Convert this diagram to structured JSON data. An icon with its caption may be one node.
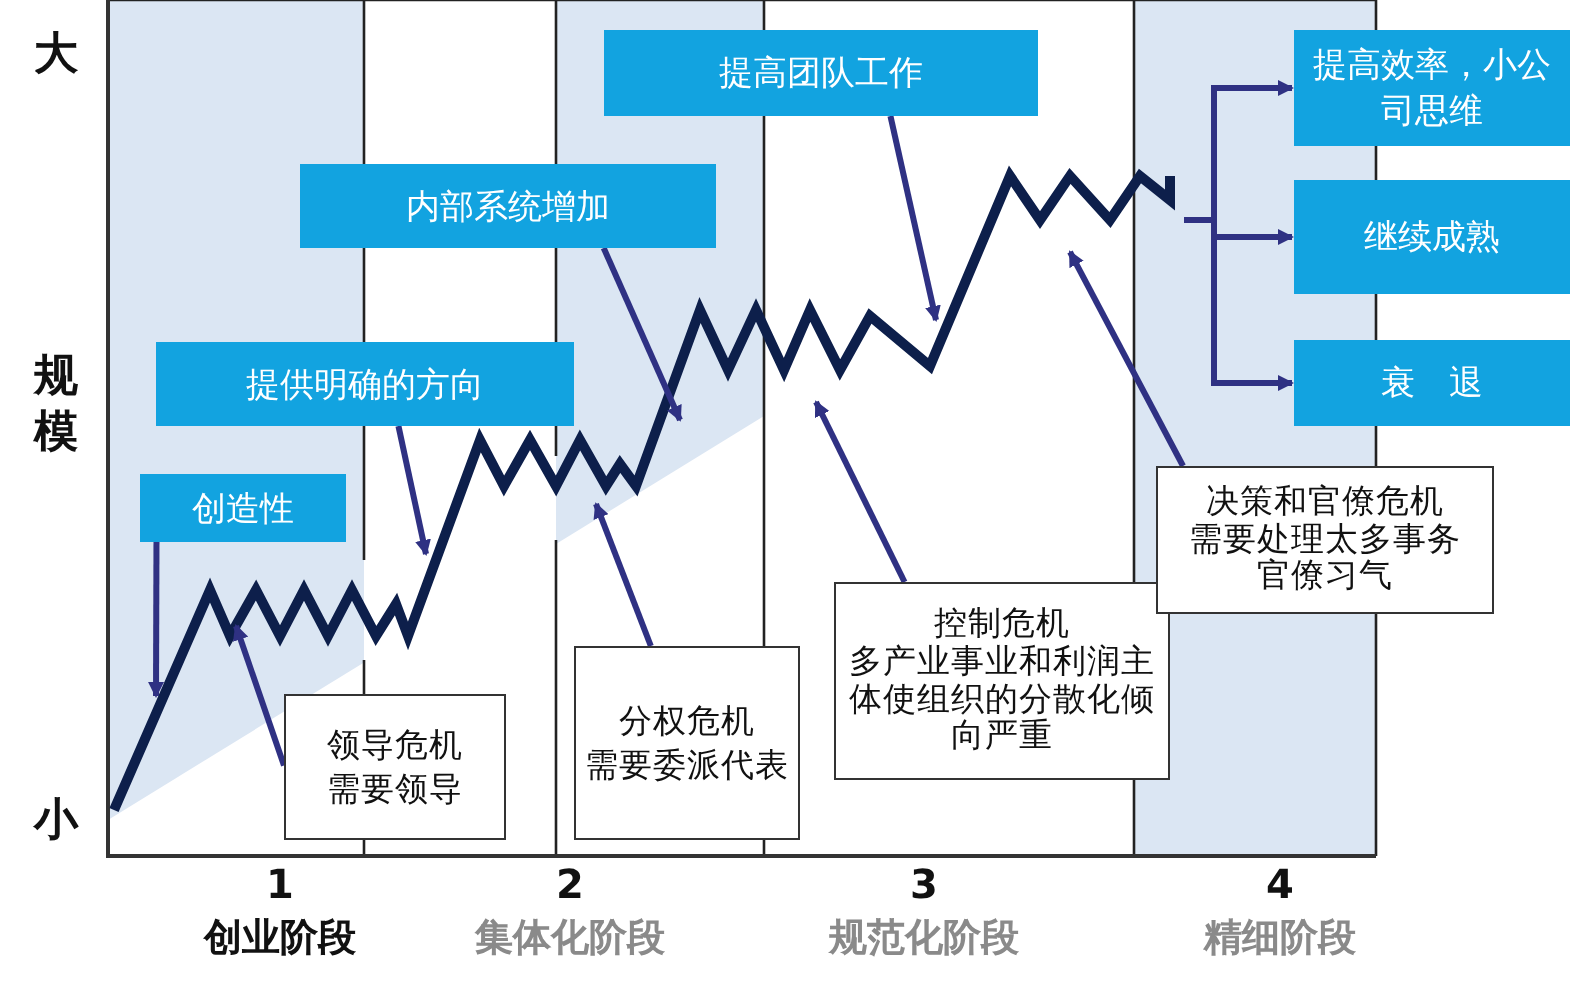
{
  "diagram": {
    "nodes": [
      {
        "text": [
          "创造性"
        ]
      },
      {
        "text": [
          "提供明确的方向"
        ]
      },
      {
        "text": [
          "内部系统增加"
        ]
      },
      {
        "text": [
          "提高团队工作"
        ]
      },
      {
        "text": [
          "提高效率，小公司思维"
        ]
      },
      {
        "text": [
          "继续成熟"
        ]
      },
      {
        "text": [
          "衰　退"
        ]
      },
      {
        "text": [
          "领导危机",
          "需要领导"
        ]
      },
      {
        "text": [
          "分权危机",
          "需要委派代表"
        ]
      },
      {
        "text": [
          "控制危机",
          "多产业事业和利润主体使组织的分散化倾向严重"
        ]
      },
      {
        "text": [
          "决策和官僚危机",
          "需要处理太多事务",
          "官僚习气"
        ]
      }
    ],
    "edges": [
      {
        "from": 0,
        "to": null,
        "arrow": "to"
      },
      {
        "from": 1,
        "to": null,
        "arrow": "to"
      },
      {
        "from": 2,
        "to": null,
        "arrow": "to"
      },
      {
        "from": 3,
        "to": null,
        "arrow": "to"
      },
      {
        "from": 7,
        "to": null,
        "arrow": "to"
      },
      {
        "from": 8,
        "to": null,
        "arrow": "to"
      },
      {
        "from": 9,
        "to": null,
        "arrow": "to"
      },
      {
        "from": 10,
        "to": null,
        "arrow": "to"
      },
      {
        "from": null,
        "to": 4,
        "arrow": "to"
      },
      {
        "from": null,
        "to": 5,
        "arrow": "to"
      },
      {
        "from": null,
        "to": 6,
        "arrow": "to"
      }
    ],
    "labels": [
      "大",
      "规模",
      "小",
      "1",
      "2",
      "3",
      "4",
      "创业阶段",
      "集体化阶段",
      "规范化阶段",
      "精细阶段"
    ]
  }
}
